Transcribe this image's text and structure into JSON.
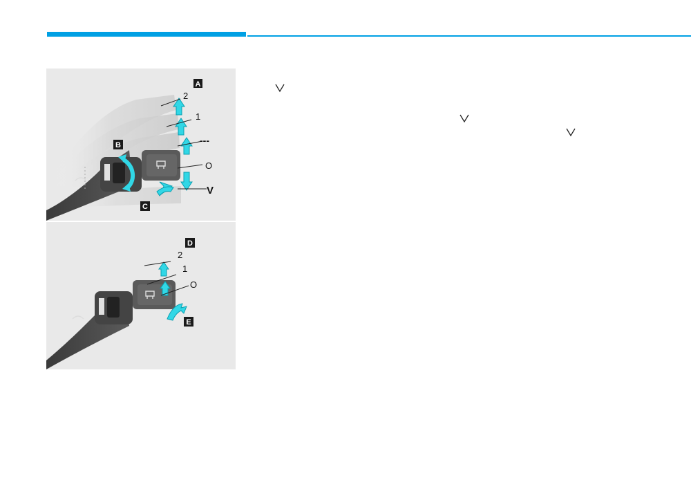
{
  "figure": {
    "top": {
      "callouts": {
        "a": "A",
        "b": "B",
        "c": "C"
      },
      "positions": {
        "p2": "2",
        "p1": "1",
        "dashes": "---",
        "off": "O",
        "mist": "V"
      }
    },
    "bottom": {
      "callouts": {
        "d": "D",
        "e": "E"
      },
      "positions": {
        "p2": "2",
        "p1": "1",
        "off": "O"
      }
    }
  },
  "colors": {
    "accent": "#00a0e4",
    "arrow": "#31d7e6",
    "callout_bg": "#1a1a1a",
    "panel_bg": "#e9e9e9"
  },
  "icons": {
    "v_mark": "v-mark-icon"
  }
}
